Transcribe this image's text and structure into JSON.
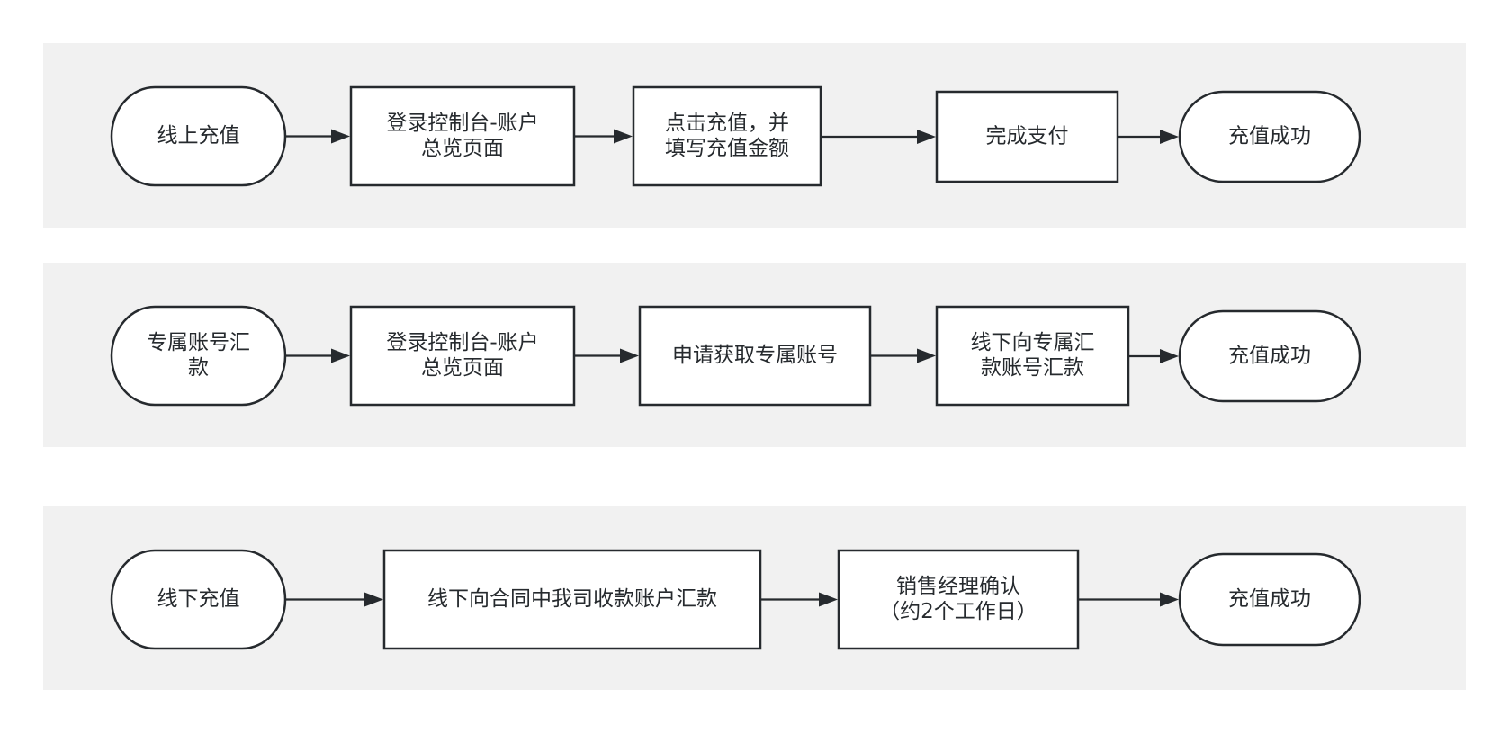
{
  "rows": [
    {
      "name": "online",
      "nodes": [
        {
          "lines": [
            "线上充值"
          ],
          "shape": "terminal"
        },
        {
          "lines": [
            "登录控制台-账户",
            "总览页面"
          ],
          "shape": "process"
        },
        {
          "lines": [
            "点击充值，并",
            "填写充值金额"
          ],
          "shape": "process"
        },
        {
          "lines": [
            "完成支付"
          ],
          "shape": "process"
        },
        {
          "lines": [
            "充值成功"
          ],
          "shape": "terminal"
        }
      ]
    },
    {
      "name": "dedicated-account",
      "nodes": [
        {
          "lines": [
            "专属账号汇",
            "款"
          ],
          "shape": "terminal"
        },
        {
          "lines": [
            "登录控制台-账户",
            "总览页面"
          ],
          "shape": "process"
        },
        {
          "lines": [
            "申请获取专属账号"
          ],
          "shape": "process"
        },
        {
          "lines": [
            "线下向专属汇",
            "款账号汇款"
          ],
          "shape": "process"
        },
        {
          "lines": [
            "充值成功"
          ],
          "shape": "terminal"
        }
      ]
    },
    {
      "name": "offline",
      "nodes": [
        {
          "lines": [
            "线下充值"
          ],
          "shape": "terminal"
        },
        {
          "lines": [
            "线下向合同中我司收款账户汇款"
          ],
          "shape": "process"
        },
        {
          "lines": [
            "销售经理确认",
            "（约2个工作日）"
          ],
          "shape": "process"
        },
        {
          "lines": [
            "充值成功"
          ],
          "shape": "terminal"
        }
      ]
    }
  ]
}
